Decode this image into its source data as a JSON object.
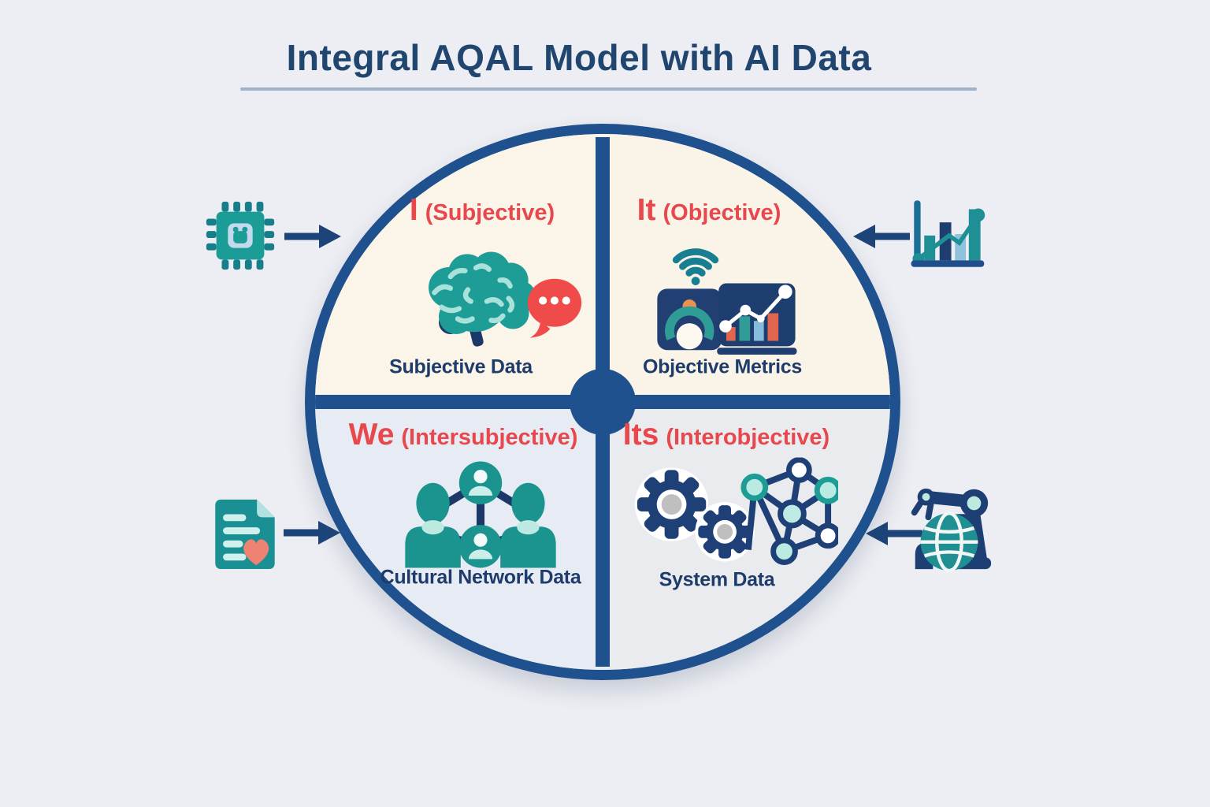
{
  "title": "Integral AQAL Model with AI Data",
  "palette": {
    "navy": "#1F4E8C",
    "navy_text": "#1D3C6B",
    "red": "#E8474C",
    "teal": "#1B9A95",
    "teal_dark": "#187F93",
    "teal_light": "#AEE3DC",
    "orange": "#E8924E",
    "salmon": "#EE7A63",
    "light_blue": "#8FC3DD",
    "cream": "#FAF3E9",
    "cool_gray": "#E7EBF2",
    "page_background": "#EDEEF3"
  },
  "quadrants": [
    {
      "position": "upper-left",
      "pronoun": "I",
      "perspective": "(Subjective)",
      "label": "Subjective Data",
      "icon": "brain-speech-icon"
    },
    {
      "position": "upper-right",
      "pronoun": "It",
      "perspective": "(Objective)",
      "label": "Objective Metrics",
      "icon": "sensor-chart-icon"
    },
    {
      "position": "lower-left",
      "pronoun": "We",
      "perspective": "(Intersubjective)",
      "label": "Cultural Network Data",
      "icon": "people-network-icon"
    },
    {
      "position": "lower-right",
      "pronoun": "Its",
      "perspective": "(Interobjective)",
      "label": "System Data",
      "icon": "gears-network-icon"
    }
  ],
  "external_inputs": [
    {
      "position": "left-top",
      "icon": "cpu-chip-icon",
      "arrow": "right"
    },
    {
      "position": "right-top",
      "icon": "bar-chart-icon",
      "arrow": "left"
    },
    {
      "position": "left-bottom",
      "icon": "document-heart-icon",
      "arrow": "right"
    },
    {
      "position": "right-bottom",
      "icon": "robot-globe-icon",
      "arrow": "left"
    }
  ]
}
